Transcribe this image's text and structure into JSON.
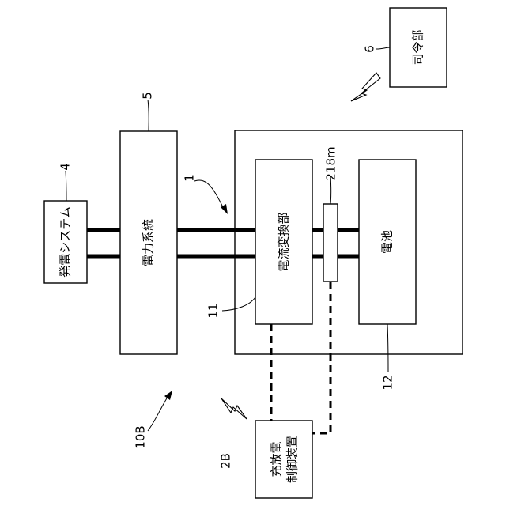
{
  "blocks": {
    "generation_system": "発電システム",
    "power_grid": "電力系統",
    "converter": "電流変換部",
    "battery": "電池",
    "command_center": "司令部",
    "controller_line1": "充放電",
    "controller_line2": "制御装置"
  },
  "refs": {
    "generation_system": "4",
    "power_grid": "5",
    "system": "1",
    "command_center": "6",
    "sensor": "218m",
    "converter": "11",
    "battery": "12",
    "overall": "10B",
    "controller": "2B"
  }
}
